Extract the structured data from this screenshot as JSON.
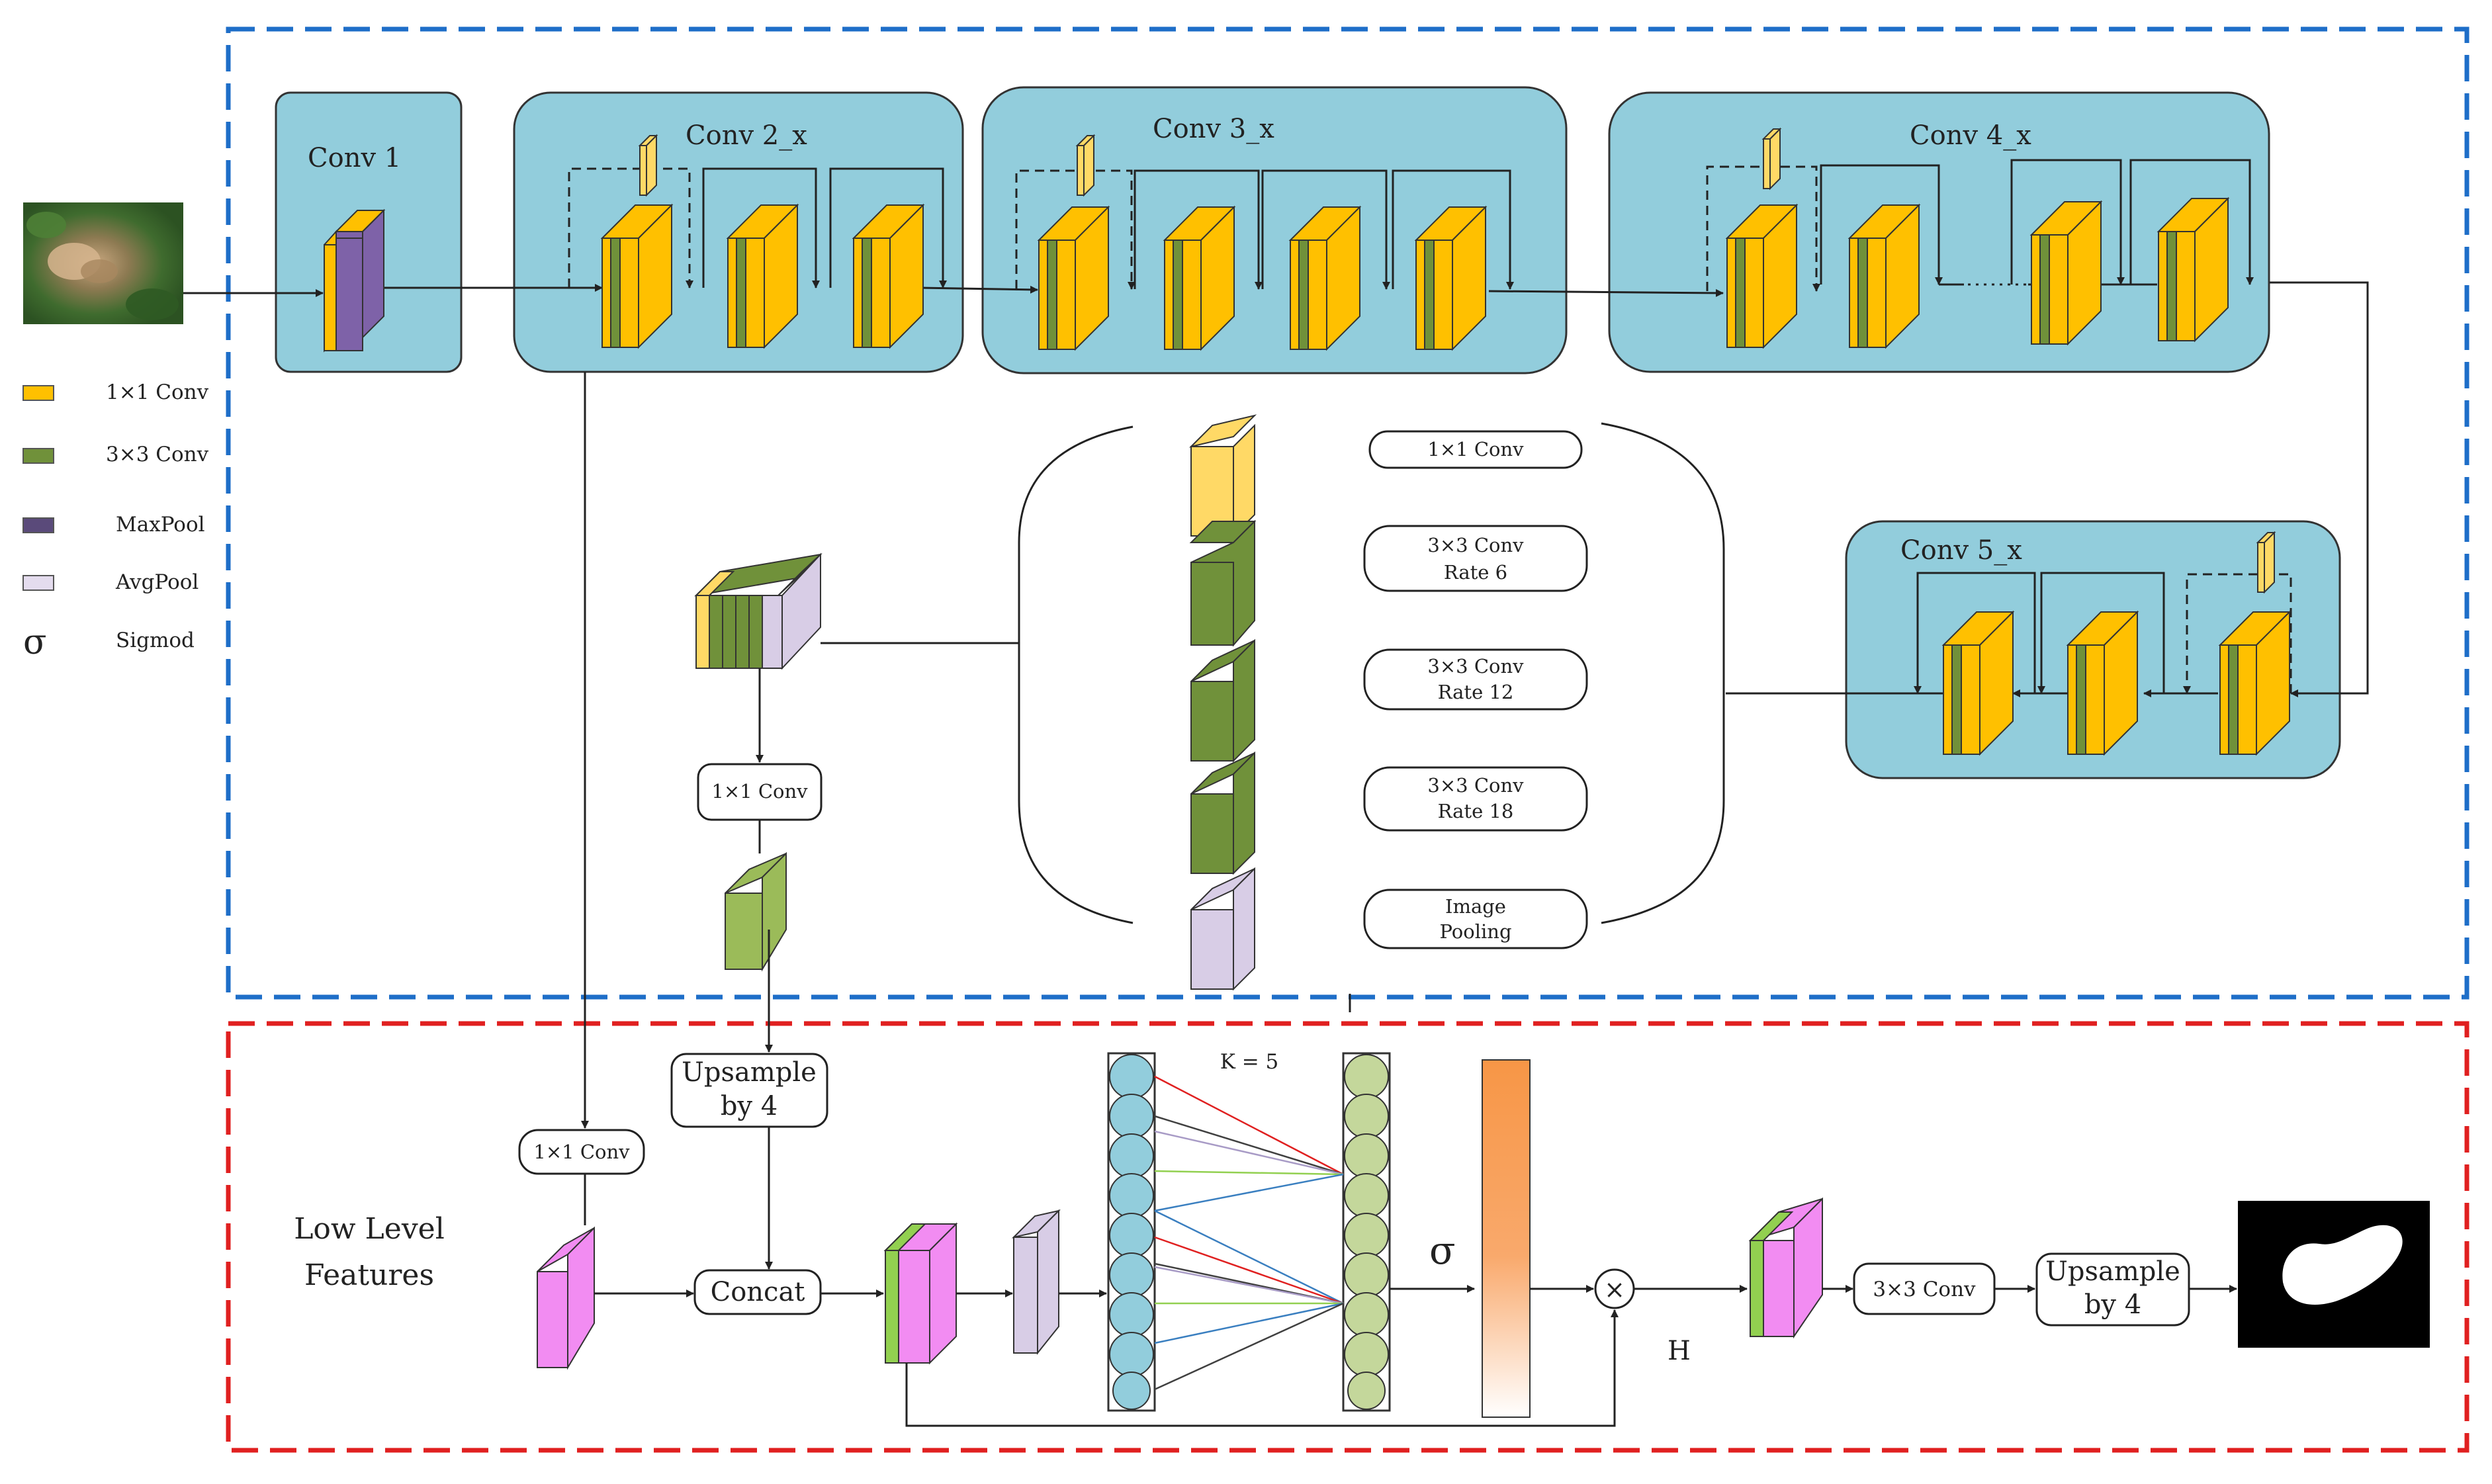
{
  "stages": {
    "conv1": "Conv 1",
    "conv2": "Conv 2_x",
    "conv3": "Conv 3_x",
    "conv4": "Conv 4_x",
    "conv5": "Conv 5_x"
  },
  "legend": {
    "items": [
      {
        "label": "1×1 Conv",
        "color": "#FFC000"
      },
      {
        "label": "3×3 Conv",
        "color": "#70913A"
      },
      {
        "label": "MaxPool",
        "color": "#5A4A7A"
      },
      {
        "label": "AvgPool",
        "color": "#E4DCEE"
      },
      {
        "label": "Sigmod",
        "symbol": "σ"
      }
    ]
  },
  "aspp": {
    "branches": [
      {
        "line1": "1×1 Conv",
        "line2": ""
      },
      {
        "line1": "3×3 Conv",
        "line2": "Rate 6"
      },
      {
        "line1": "3×3 Conv",
        "line2": "Rate 12"
      },
      {
        "line1": "3×3 Conv",
        "line2": "Rate 18"
      },
      {
        "line1": "Image",
        "line2": "Pooling"
      }
    ],
    "post_conv": "1×1 Conv"
  },
  "decoder": {
    "low_level_line1": "Low Level",
    "low_level_line2": "Features",
    "low_conv": "1×1 Conv",
    "upsample1_line1": "Upsample",
    "upsample1_line2": "by 4",
    "concat": "Concat",
    "k_label": "K = 5",
    "sigma": "σ",
    "multiply": "×",
    "h_label": "H",
    "final_conv": "3×3 Conv",
    "upsample2_line1": "Upsample",
    "upsample2_line2": "by 4"
  },
  "colors": {
    "encoder_border": "#1E6EC8",
    "decoder_border": "#E02020",
    "stage_fill": "#92CDDC",
    "conv1x1": "#FFC000",
    "conv3x3": "#70913A",
    "maxpool": "#7E62A8",
    "avgpool": "#D8CDE6",
    "light_yellow": "#FFD966",
    "light_green": "#9BBB59",
    "pink": "#F28CF2",
    "neuron_blue": "#92CDDC",
    "neuron_green": "#C4D79B",
    "attention_orange": "#F79646"
  }
}
